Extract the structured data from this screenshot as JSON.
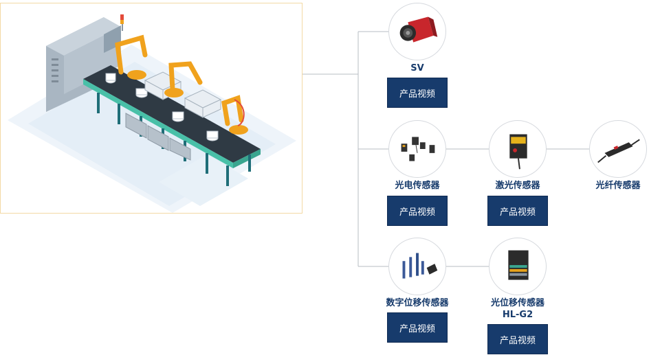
{
  "products": [
    {
      "id": "sv",
      "name": "SV",
      "button": "产品视频"
    },
    {
      "id": "photoelectric",
      "name": "光电传感器",
      "button": "产品视频"
    },
    {
      "id": "laser",
      "name": "激光传感器",
      "button": "产品视频"
    },
    {
      "id": "fiber",
      "name": "光纤传感器"
    },
    {
      "id": "digital-displacement",
      "name": "数字位移传感器",
      "button": "产品视频"
    },
    {
      "id": "optical-displacement",
      "name": "光位移传感器",
      "subname": "HL-G2",
      "button": "产品视频"
    }
  ],
  "colors": {
    "primary": "#173b6c",
    "accent_robot": "#f0a21d",
    "conveyor": "#2f3a44",
    "scene_border": "#f3d9a4"
  }
}
